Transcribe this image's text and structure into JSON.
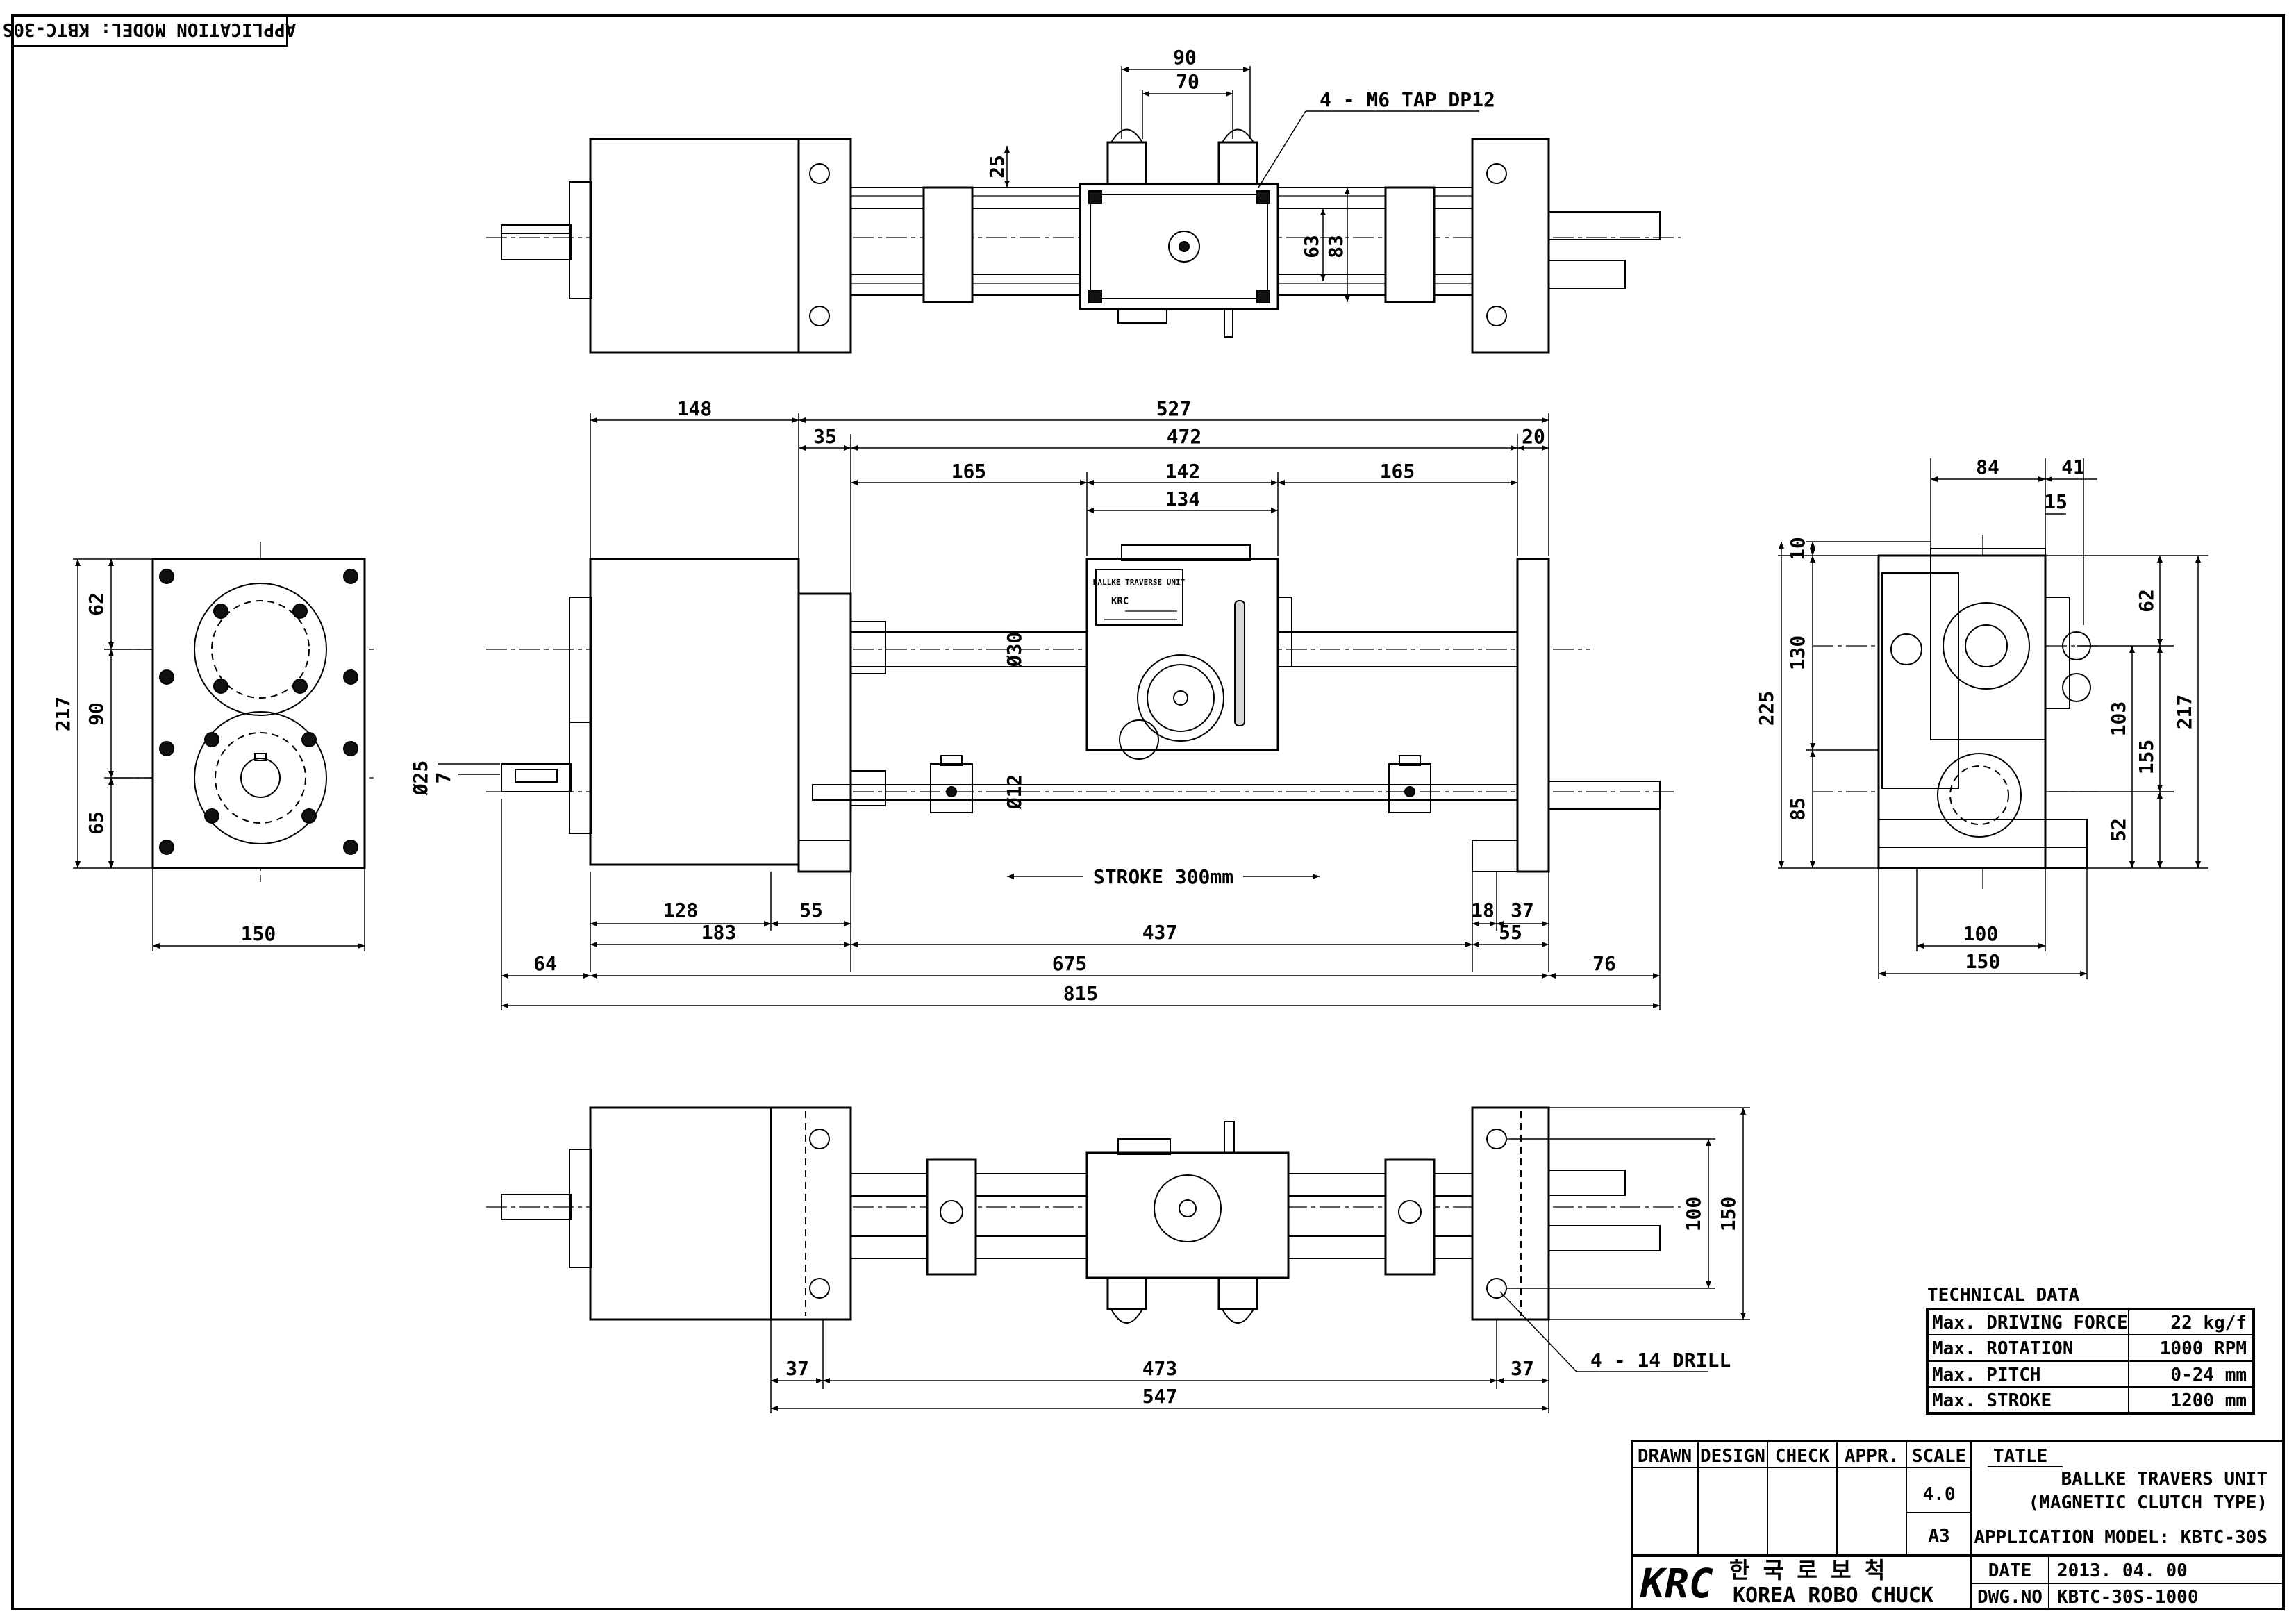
{
  "sheet": {
    "application_tag": "APPLICATION MODEL: KBTC-30S"
  },
  "notes": {
    "tap": "4 - M6 TAP  DP12",
    "drill": "4 - 14 DRILL",
    "stroke": "STROKE 300mm"
  },
  "dims": {
    "top": [
      "90",
      "70",
      "25",
      "63",
      "83"
    ],
    "front_upper": [
      "148",
      "527",
      "35",
      "472",
      "20",
      "165",
      "142",
      "165",
      "134"
    ],
    "front_diam": [
      "Ø30",
      "Ø25",
      "7",
      "Ø12"
    ],
    "front_lower": [
      "128",
      "55",
      "18",
      "37",
      "183",
      "437",
      "55",
      "64",
      "675",
      "76",
      "815"
    ],
    "left": [
      "62",
      "90",
      "65",
      "217",
      "150"
    ],
    "right": [
      "84",
      "41",
      "15",
      "10",
      "130",
      "225",
      "85",
      "62",
      "217",
      "103",
      "155",
      "52",
      "100",
      "150"
    ],
    "bottom": [
      "100",
      "150",
      "37",
      "473",
      "37",
      "547"
    ]
  },
  "technical_data": {
    "heading": "TECHNICAL DATA",
    "rows": [
      {
        "label": "Max. DRIVING FORCE",
        "value": "22 kg/f"
      },
      {
        "label": "Max. ROTATION",
        "value": "1000 RPM"
      },
      {
        "label": "Max. PITCH",
        "value": "0-24 mm"
      },
      {
        "label": "Max. STROKE",
        "value": "1200 mm"
      }
    ]
  },
  "title_block": {
    "headers": [
      "DRAWN",
      "DESIGN",
      "CHECK",
      "APPR.",
      "SCALE"
    ],
    "scale": "4.0",
    "size": "A3",
    "tatle_label": "TATLE",
    "title_line1": "BALLKE TRAVERS UNIT",
    "title_line2": "(MAGNETIC CLUTCH TYPE)",
    "application": "APPLICATION MODEL: KBTC-30S",
    "logo": "KRC",
    "company_korean": "한 국 로 보 척",
    "company_english": "KOREA ROBO CHUCK",
    "date_label": "DATE",
    "date_value": "2013. 04. 00",
    "dwg_label": "DWG.NO",
    "dwg_value": "KBTC-30S-1000"
  },
  "nameplate": {
    "text": "BALLKE TRAVERSE UNIT",
    "brand": "KRC"
  }
}
